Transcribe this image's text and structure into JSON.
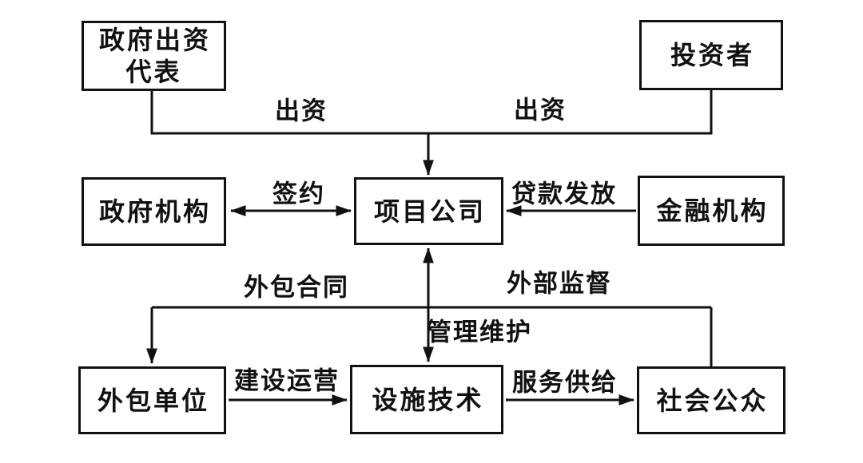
{
  "diagram": {
    "nodes": [
      {
        "id": "gov-funding-rep",
        "label": "政府出资\n代表"
      },
      {
        "id": "investor",
        "label": "投资者"
      },
      {
        "id": "gov-agency",
        "label": "政府机构"
      },
      {
        "id": "project-company",
        "label": "项目公司"
      },
      {
        "id": "financial-inst",
        "label": "金融机构"
      },
      {
        "id": "outsourcing-unit",
        "label": "外包单位"
      },
      {
        "id": "facility-tech",
        "label": "设施技术"
      },
      {
        "id": "public",
        "label": "社会公众"
      }
    ],
    "edge_labels": {
      "contribute_left": "出资",
      "contribute_right": "出资",
      "sign": "签约",
      "loan": "贷款发放",
      "outsource_contract": "外包合同",
      "external_supervision": "外部监督",
      "management_maintenance": "管理维护",
      "construction_operation": "建设运营",
      "service_supply": "服务供给"
    },
    "colors": {
      "line": "#111111",
      "box_border": "#111111",
      "text": "#111111",
      "background": "#ffffff"
    }
  }
}
